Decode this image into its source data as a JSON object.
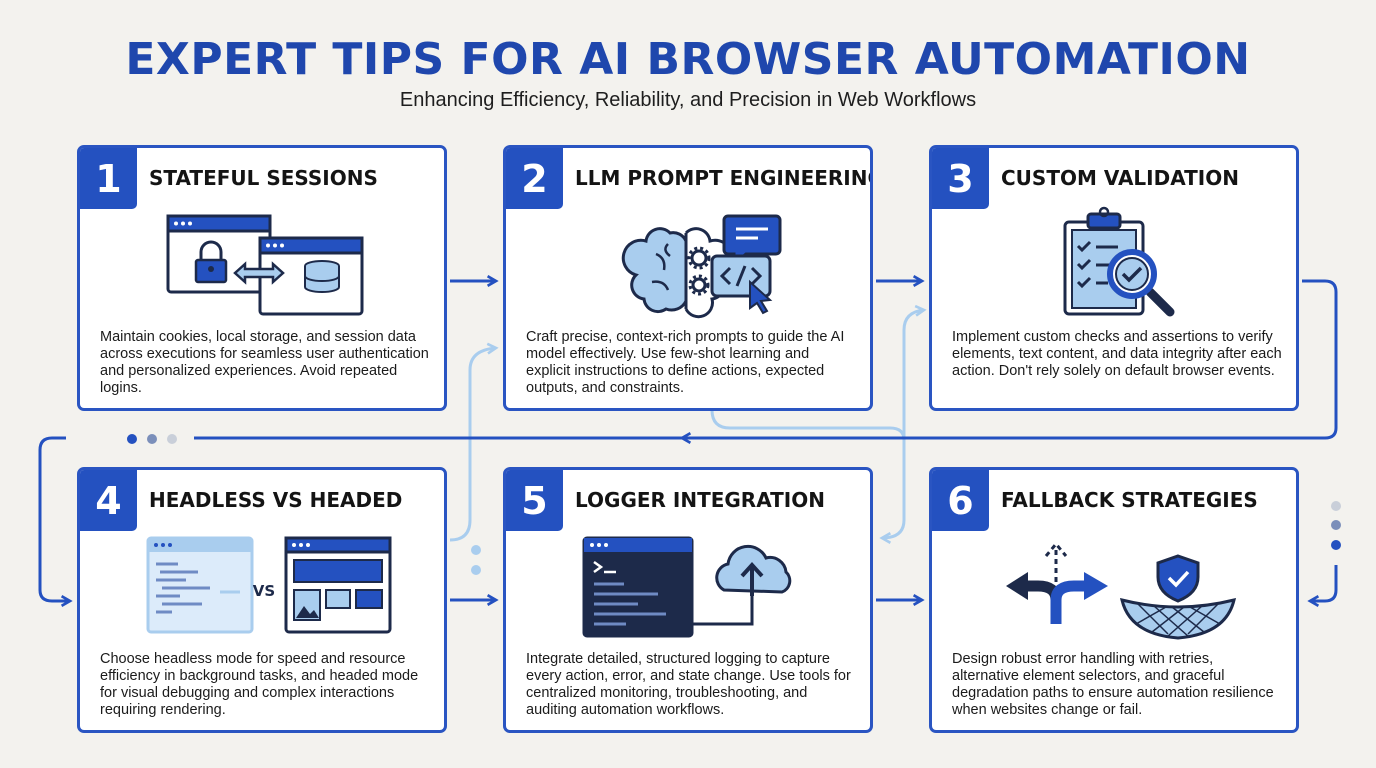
{
  "header": {
    "title": "EXPERT TIPS FOR AI BROWSER AUTOMATION",
    "subtitle": "Enhancing Efficiency, Reliability, and Precision in Web Workflows"
  },
  "colors": {
    "primary": "#2451c0",
    "light": "#a9cdee",
    "navy": "#1d2a4a",
    "background": "#f3f2ee"
  },
  "cards": [
    {
      "number": "1",
      "title": "STATEFUL SESSIONS",
      "icon": "browser-lock-sync-database-icon",
      "description": "Maintain cookies, local storage, and session data across executions for seamless user authentication and personalized experiences. Avoid repeated logins."
    },
    {
      "number": "2",
      "title": "LLM PROMPT ENGINEERING",
      "icon": "brain-gears-chat-code-icon",
      "description": "Craft precise, context-rich prompts to guide the AI model effectively. Use few-shot learning and explicit instructions to define actions, expected outputs, and constraints."
    },
    {
      "number": "3",
      "title": "CUSTOM VALIDATION",
      "icon": "clipboard-checklist-magnifier-icon",
      "description": "Implement custom checks and assertions to verify elements, text content, and data integrity after each action. Don't rely solely on default browser events."
    },
    {
      "number": "4",
      "title": "HEADLESS VS HEADED",
      "icon": "headless-vs-headed-browser-icon",
      "vs_label": "VS",
      "description": "Choose headless mode for speed and resource efficiency in background tasks, and headed mode for visual debugging and complex interactions requiring rendering."
    },
    {
      "number": "5",
      "title": "LOGGER INTEGRATION",
      "icon": "terminal-cloud-upload-icon",
      "description": "Integrate detailed, structured logging to capture every action, error, and state change. Use tools for centralized monitoring, troubleshooting, and auditing automation workflows."
    },
    {
      "number": "6",
      "title": "FALLBACK STRATEGIES",
      "icon": "branching-arrows-safety-net-icon",
      "description": "Design robust error handling with retries, alternative element selectors, and graceful degradation paths to ensure automation resilience when websites change or fail."
    }
  ]
}
